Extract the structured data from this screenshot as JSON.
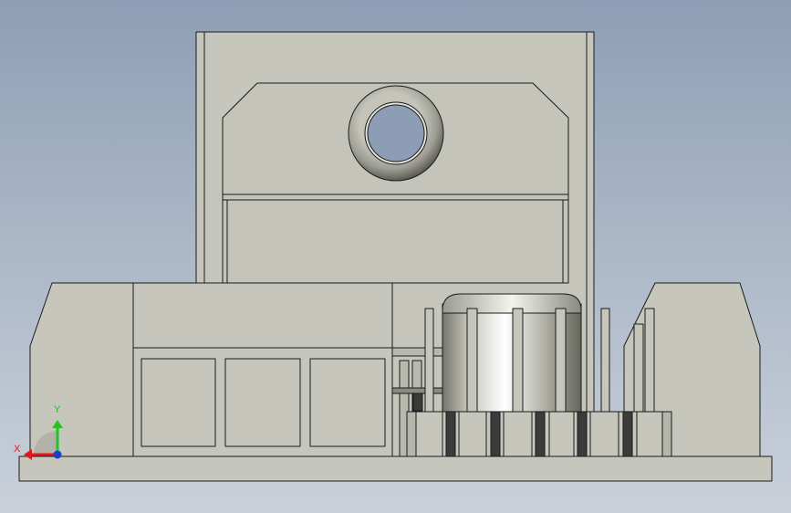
{
  "viewport": {
    "kind": "3D CAD model view",
    "background_top": "#8e9eb5",
    "background_bottom": "#c9d0da",
    "part_color": "#c6c6bd",
    "edge_color": "#1a1a1a"
  },
  "triad": {
    "x_label": "X",
    "y_label": "Y",
    "x_color": "#e01a1a",
    "y_color": "#22c322",
    "z_color": "#1c3ccc"
  }
}
